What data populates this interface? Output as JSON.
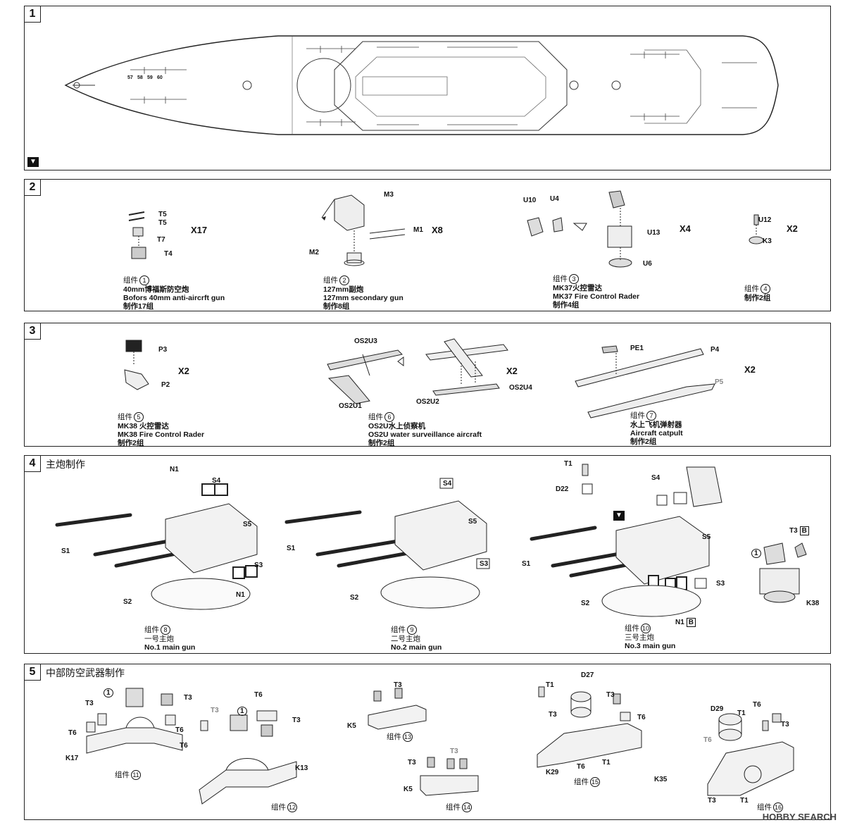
{
  "sections": [
    {
      "number": "1",
      "title": ""
    },
    {
      "number": "2",
      "title": ""
    },
    {
      "number": "3",
      "title": ""
    },
    {
      "number": "4",
      "title": "主炮制作"
    },
    {
      "number": "5",
      "title": "中部防空武器制作"
    }
  ],
  "s1": {
    "deck_labels": [
      "57",
      "58",
      "59",
      "60"
    ]
  },
  "s2": {
    "group1": {
      "parts": [
        "T5",
        "T5",
        "T7",
        "T4"
      ],
      "qty": "X17",
      "group_label": "组件",
      "num": "1",
      "cn": "40mm博福斯防空炮",
      "en": "Bofors 40mm anti-aircrft gun",
      "count": "制作17组"
    },
    "group2": {
      "parts": [
        "M3",
        "M1",
        "M2"
      ],
      "qty": "X8",
      "group_label": "组件",
      "num": "2",
      "cn": "127mm副炮",
      "en": "127mm secondary gun",
      "count": "制作8组"
    },
    "group3": {
      "parts": [
        "U10",
        "U4",
        "U13",
        "U6"
      ],
      "qty": "X4",
      "group_label": "组件",
      "num": "3",
      "cn": "MK37火控雷达",
      "en": "MK37 Fire Control Rader",
      "count": "制作4组"
    },
    "group4": {
      "parts": [
        "U12",
        "K3"
      ],
      "qty": "X2",
      "group_label": "组件",
      "num": "4",
      "count": "制作2组"
    }
  },
  "s3": {
    "group5": {
      "parts": [
        "P3",
        "P2"
      ],
      "qty": "X2",
      "group_label": "组件",
      "num": "5",
      "cn": "MK38 火控雷达",
      "en": "MK38 Fire Control Rader",
      "count": "制作2组"
    },
    "group6": {
      "parts": [
        "OS2U3",
        "OS2U1",
        "OS2U2",
        "OS2U4"
      ],
      "qty": "X2",
      "group_label": "组件",
      "num": "6",
      "cn": "OS2U水上侦察机",
      "en": "OS2U water surveillance aircraft",
      "count": "制作2组"
    },
    "group7": {
      "parts": [
        "PE1",
        "P4",
        "P5"
      ],
      "qty": "X2",
      "group_label": "组件",
      "num": "7",
      "cn": "水上飞机弹射器",
      "en": "Aircraft catpult",
      "count": "制作2组"
    }
  },
  "s4": {
    "gun1": {
      "parts": [
        "N1",
        "S4",
        "S5",
        "S1",
        "S3",
        "N1",
        "S2"
      ],
      "group_label": "组件",
      "num": "8",
      "cn": "一号主炮",
      "en": "No.1 main gun"
    },
    "gun2": {
      "parts": [
        "S4",
        "S5",
        "S1",
        "S3",
        "S2"
      ],
      "group_label": "组件",
      "num": "9",
      "cn": "二号主炮",
      "en": "No.2 main gun"
    },
    "gun3": {
      "parts": [
        "T1",
        "D22",
        "S4",
        "S5",
        "S1",
        "S3",
        "S2",
        "N1",
        "B"
      ],
      "group_label": "组件",
      "num": "10",
      "cn": "三号主炮",
      "en": "No.3 main gun"
    },
    "sub": {
      "parts": [
        "1",
        "T3",
        "B",
        "K38"
      ]
    }
  },
  "s5": {
    "g11": {
      "parts": [
        "1",
        "T3",
        "T3",
        "T6",
        "T6",
        "K17"
      ],
      "group_label": "组件",
      "num": "11"
    },
    "g12": {
      "parts": [
        "T6",
        "T3",
        "1",
        "T3",
        "T6",
        "K13"
      ],
      "group_label": "组件",
      "num": "12"
    },
    "g13": {
      "parts": [
        "T3",
        "K5"
      ],
      "group_label": "组件",
      "num": "13"
    },
    "g14": {
      "parts": [
        "T3",
        "T3",
        "K5"
      ],
      "group_label": "组件",
      "num": "14"
    },
    "g15": {
      "parts": [
        "T1",
        "D27",
        "T3",
        "T3",
        "T6",
        "K29",
        "T6",
        "T1"
      ],
      "group_label": "组件",
      "num": "15"
    },
    "g16": {
      "parts": [
        "D29",
        "T1",
        "T6",
        "T3",
        "T6",
        "K35",
        "T3",
        "T1"
      ],
      "group_label": "组件",
      "num": "16"
    }
  },
  "watermark": "HOBBY SEARCH"
}
